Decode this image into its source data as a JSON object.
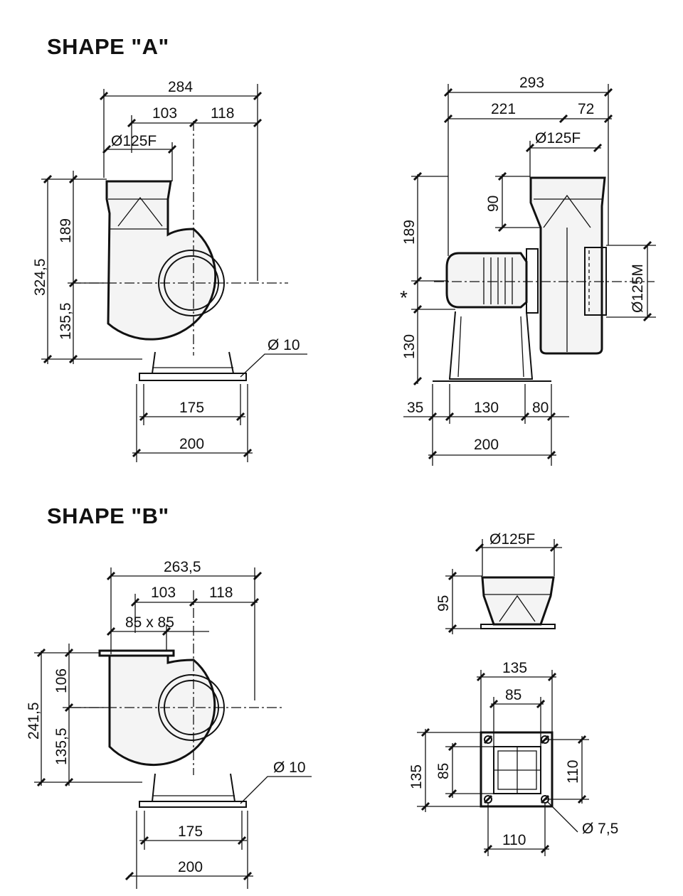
{
  "shape_a": {
    "heading": "SHAPE \"A\"",
    "front": {
      "overall_width": "284",
      "width_left": "103",
      "width_right": "118",
      "inlet_diameter": "Ø125F",
      "overall_height": "324,5",
      "upper_height": "189",
      "lower_height": "135,5",
      "hole_diameter": "Ø 10",
      "base_inner": "175",
      "base_outer": "200"
    },
    "side": {
      "overall_depth": "293",
      "depth_left": "221",
      "depth_right": "72",
      "outlet_diameter": "Ø125F",
      "outlet_height": "90",
      "upper_height": "189",
      "note_mark": "*",
      "lower_height": "130",
      "inlet_diameter": "Ø125M",
      "base_left": "35",
      "base_mid": "130",
      "base_right": "80",
      "base_total": "200"
    }
  },
  "shape_b": {
    "heading": "SHAPE \"B\"",
    "front": {
      "overall_width": "263,5",
      "width_left": "103",
      "width_right": "118",
      "flange_size": "85 x 85",
      "overall_height": "241,5",
      "upper_height": "106",
      "lower_height": "135,5",
      "hole_diameter": "Ø 10",
      "base_inner": "175",
      "base_outer": "200"
    },
    "adapter": {
      "diameter": "Ø125F",
      "height": "95"
    },
    "flange": {
      "outer_width": "135",
      "inner_width": "85",
      "outer_height": "135",
      "inner_height": "85",
      "hole_spacing_v": "110",
      "hole_spacing_h": "110",
      "hole_diameter": "Ø 7,5"
    }
  }
}
